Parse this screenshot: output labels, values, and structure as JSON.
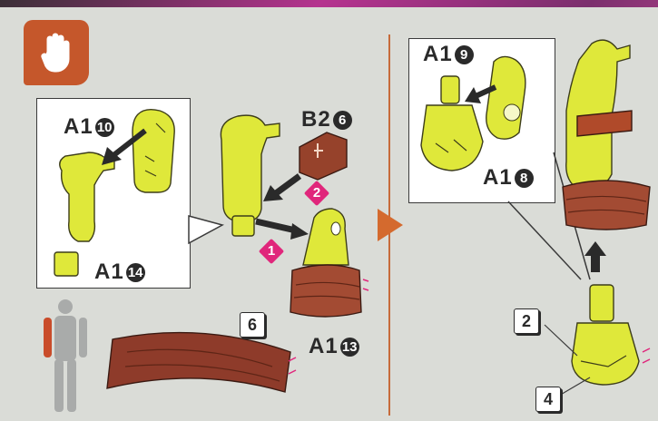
{
  "instructions": {
    "left_panel": {
      "inset_labels": {
        "top_part": {
          "prefix": "A1",
          "num": "10"
        },
        "bottom_part": {
          "prefix": "A1",
          "num": "14"
        }
      },
      "part_b": {
        "prefix": "B2",
        "num": "6"
      },
      "part_a13": {
        "prefix": "A1",
        "num": "13"
      },
      "steps": [
        "2",
        "1"
      ],
      "sticker_number": "6"
    },
    "right_panel": {
      "inset_labels": {
        "top_part": {
          "prefix": "A1",
          "num": "9"
        },
        "bottom_part": {
          "prefix": "A1",
          "num": "8"
        }
      },
      "sticker_numbers": [
        "2",
        "4"
      ]
    }
  },
  "colors": {
    "part_yellow": "#e4f03a",
    "part_brown": "#8e3b2a",
    "accent_orange": "#c5572b",
    "step_pink": "#e0267b"
  },
  "icons": {
    "header": "hand-icon",
    "flow": "triangle-right-icon",
    "figure": "body-figure-icon"
  }
}
